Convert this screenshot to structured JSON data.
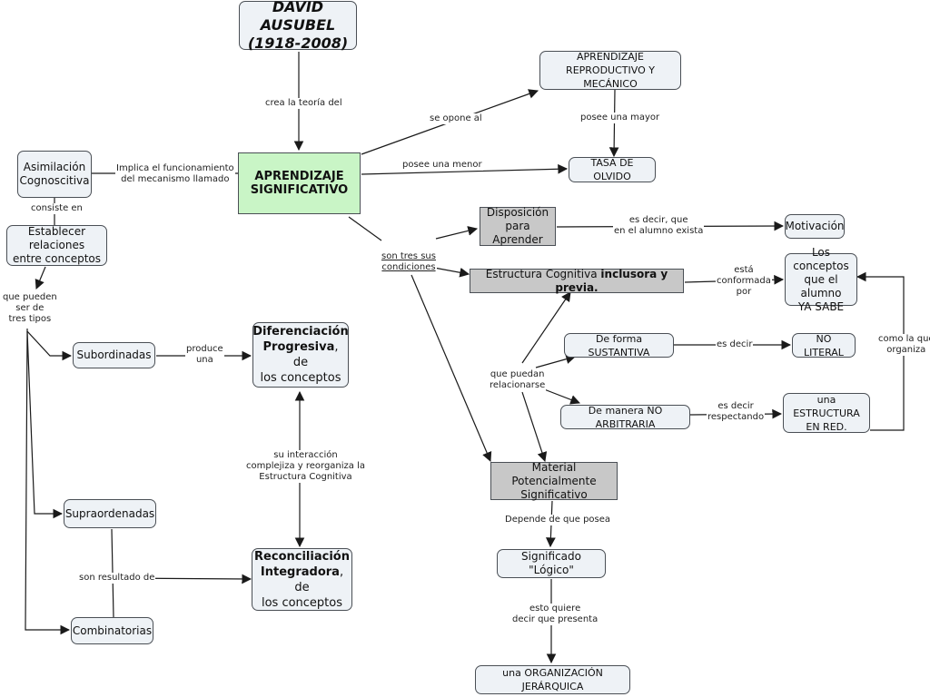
{
  "nodes": {
    "ausubel_line1": "DAVID AUSUBEL",
    "ausubel_line2": "(1918-2008)",
    "aprendizaje_line1": "APRENDIZAJE",
    "aprendizaje_line2": "SIGNIFICATIVO",
    "reproductivo_line1": "APRENDIZAJE",
    "reproductivo_line2": "REPRODUCTIVO Y MECÁNICO",
    "olvido": "TASA DE OLVIDO",
    "asimilacion_line1": "Asimilación",
    "asimilacion_line2": "Cognoscitiva",
    "establecer_line1": "Establecer relaciones",
    "establecer_line2": "entre conceptos",
    "disposicion_line1": "Disposición",
    "disposicion_line2": "para Aprender",
    "motivacion": "Motivación",
    "estructura_plain": "Estructura Cognitiva ",
    "estructura_bold": "inclusora y previa.",
    "conceptos_line1": "Los conceptos",
    "conceptos_line2": "que el alumno",
    "conceptos_line3": "YA SABE",
    "sustantiva": "De forma SUSTANTIVA",
    "no_literal": "NO LITERAL",
    "arbitraria": "De manera NO ARBITRARIA",
    "red_line1": "una ESTRUCTURA",
    "red_line2": "EN RED.",
    "material_line1": "Material Potencialmente",
    "material_line2": "Significativo",
    "logico": "Significado \"Lógico\"",
    "jerarquica": "una ORGANIZACIÓN JERÁRQUICA",
    "subordinadas": "Subordinadas",
    "supraordenadas": "Supraordenadas",
    "combinatorias": "Combinatorias",
    "diferenciacion_bold_1": "Diferenciación",
    "diferenciacion_bold_2": "Progresiva",
    "diferenciacion_rest_2": ", de",
    "diferenciacion_line3": "los conceptos",
    "reconciliacion_bold_1": "Reconciliación",
    "reconciliacion_bold_2": "Integradora",
    "reconciliacion_rest_2": ", de",
    "reconciliacion_line3": "los conceptos"
  },
  "links": {
    "crea": "crea la teoría del",
    "opone": "se opone al",
    "mayor": "posee una mayor",
    "menor": "posee una menor",
    "implica_1": "Implica el funcionamiento",
    "implica_2": "del mecanismo llamado",
    "consiste": "consiste en",
    "pueden_1": "que pueden",
    "pueden_2": "ser de",
    "pueden_3": "tres tipos",
    "tres_1": "son tres sus",
    "tres_2": "condiciones",
    "esdecir_1": "es decir, que",
    "esdecir_2": "en el alumno exista",
    "conformada_1": "está",
    "conformada_2": "conformada",
    "conformada_3": "por",
    "esdecir_short": "es decir",
    "respectando_1": "es decir",
    "respectando_2": "respectando",
    "organiza_1": "como la que",
    "organiza_2": "organiza",
    "relacionarse_1": "que puedan",
    "relacionarse_2": "relacionarse",
    "depende": "Depende de que posea",
    "quiere_1": "esto quiere",
    "quiere_2": "decir que presenta",
    "produce_1": "produce",
    "produce_2": "una",
    "interaccion_1": "su interacción",
    "interaccion_2": "complejiza y reorganiza la",
    "interaccion_3": "Estructura Cognitiva",
    "resultado": "son resultado de"
  },
  "colors": {
    "node_fill": "#eef2f6",
    "central_fill": "#c9f5c6",
    "gray_fill": "#c8c8c8",
    "line": "#1a1a1a"
  }
}
